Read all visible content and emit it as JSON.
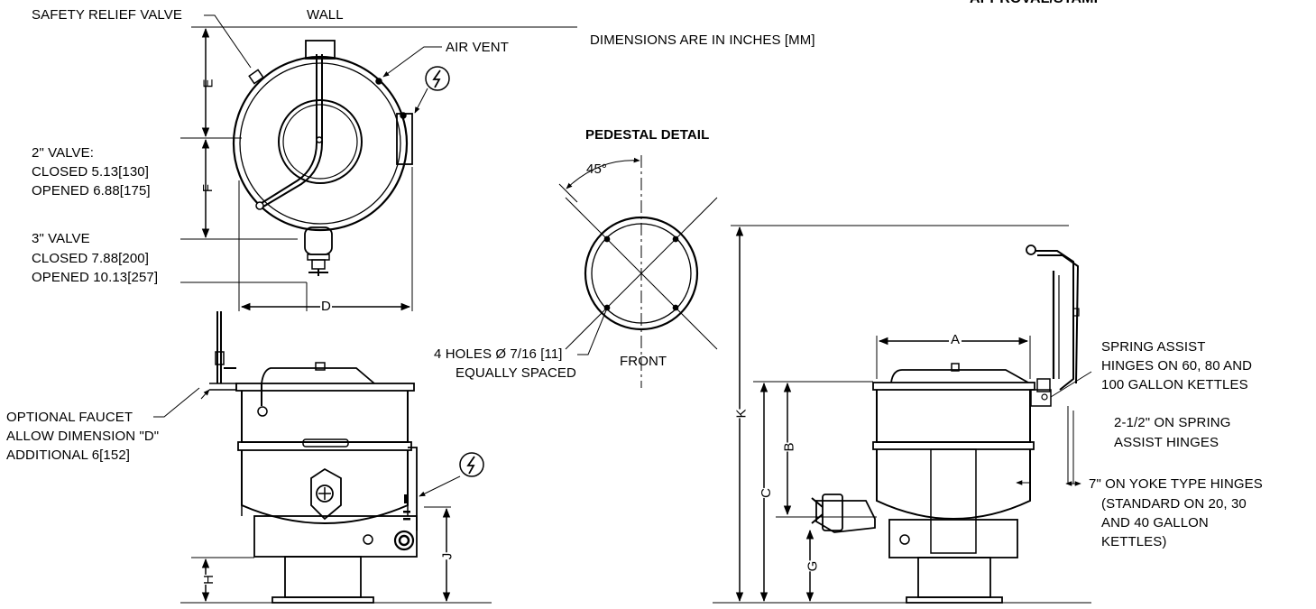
{
  "header": {
    "title_partial": "APPROVAL/STAMP",
    "dimensions_note": "DIMENSIONS ARE IN INCHES [MM]",
    "pedestal_title": "PEDESTAL DETAIL"
  },
  "top_view": {
    "safety_relief_valve": "SAFETY RELIEF VALVE",
    "wall": "WALL",
    "air_vent": "AIR VENT",
    "dim_e": "E",
    "dim_f": "F",
    "dim_d": "D",
    "valve2": [
      "2\" VALVE:",
      "CLOSED 5.13[130]",
      "OPENED 6.88[175]"
    ],
    "valve3": [
      "3\" VALVE",
      "CLOSED 7.88[200]",
      "OPENED 10.13[257]"
    ]
  },
  "pedestal": {
    "angle": "45°",
    "holes": [
      "4 HOLES Ø 7/16 [11]",
      "EQUALLY SPACED"
    ],
    "front": "FRONT"
  },
  "front_view": {
    "faucet": [
      "OPTIONAL FAUCET",
      "ALLOW DIMENSION \"D\"",
      "ADDITIONAL 6[152]"
    ],
    "dim_h": "H",
    "dim_j": "J"
  },
  "side_view": {
    "dim_a": "A",
    "dim_b": "B",
    "dim_c": "C",
    "dim_g": "G",
    "dim_k": "K",
    "spring": [
      "SPRING ASSIST",
      "HINGES ON 60, 80 AND",
      "100 GALLON KETTLES"
    ],
    "spring_dim": [
      "2-1/2\" ON SPRING",
      "ASSIST HINGES"
    ],
    "yoke": [
      "7\" ON YOKE TYPE HINGES",
      "(STANDARD ON 20, 30",
      "AND 40 GALLON",
      "KETTLES)"
    ]
  }
}
